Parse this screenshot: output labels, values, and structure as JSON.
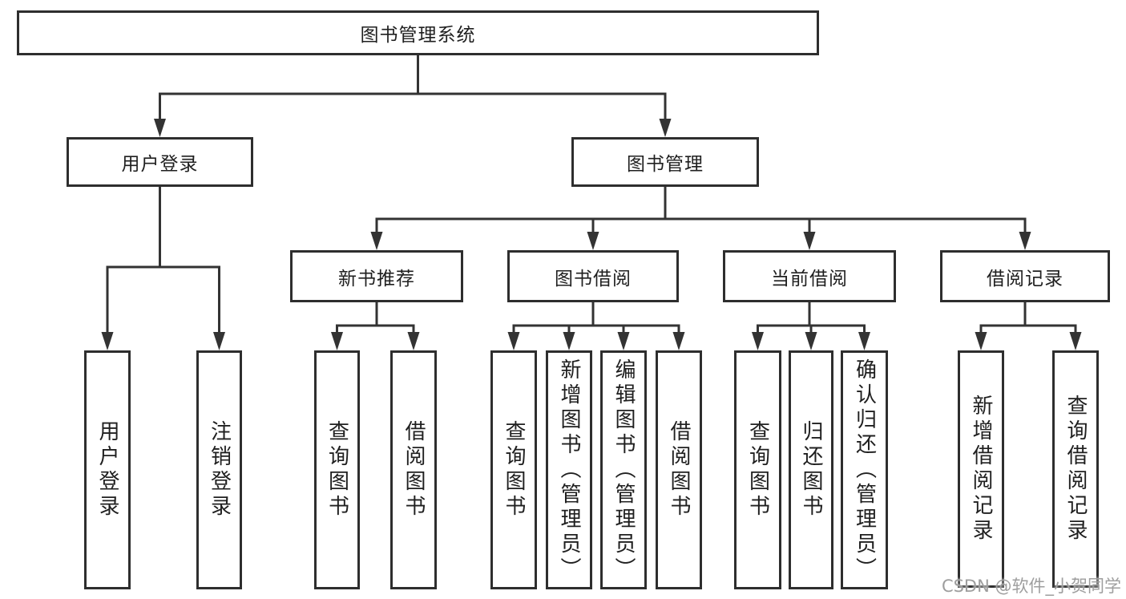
{
  "diagram": {
    "title": {
      "label": "图书管理系统"
    },
    "level2": [
      {
        "label": "用户登录"
      },
      {
        "label": "图书管理"
      }
    ],
    "level3": [
      {
        "label": "新书推荐",
        "parent": "图书管理"
      },
      {
        "label": "图书借阅",
        "parent": "图书管理"
      },
      {
        "label": "当前借阅",
        "parent": "图书管理"
      },
      {
        "label": "借阅记录",
        "parent": "图书管理"
      }
    ],
    "leaves": [
      {
        "label": "用户登录",
        "parent": "用户登录"
      },
      {
        "label": "注销登录",
        "parent": "用户登录"
      },
      {
        "label": "查询图书",
        "parent": "新书推荐"
      },
      {
        "label": "借阅图书",
        "parent": "新书推荐"
      },
      {
        "label": "查询图书",
        "parent": "图书借阅"
      },
      {
        "label": "新增图书（管理员）",
        "parent": "图书借阅"
      },
      {
        "label": "编辑图书（管理员）",
        "parent": "图书借阅"
      },
      {
        "label": "借阅图书",
        "parent": "图书借阅"
      },
      {
        "label": "查询图书",
        "parent": "当前借阅"
      },
      {
        "label": "归还图书",
        "parent": "当前借阅"
      },
      {
        "label": "确认归还（管理员）",
        "parent": "当前借阅"
      },
      {
        "label": "新增借阅记录",
        "parent": "借阅记录"
      },
      {
        "label": "查询借阅记录",
        "parent": "借阅记录"
      }
    ],
    "colors": {
      "line": "#333333",
      "box_border": "#2e2e2e",
      "text": "#1f1f1f",
      "watermark": "#9e9e9e",
      "background": "#ffffff"
    },
    "watermark": "CSDN @软件_小贺同学"
  }
}
